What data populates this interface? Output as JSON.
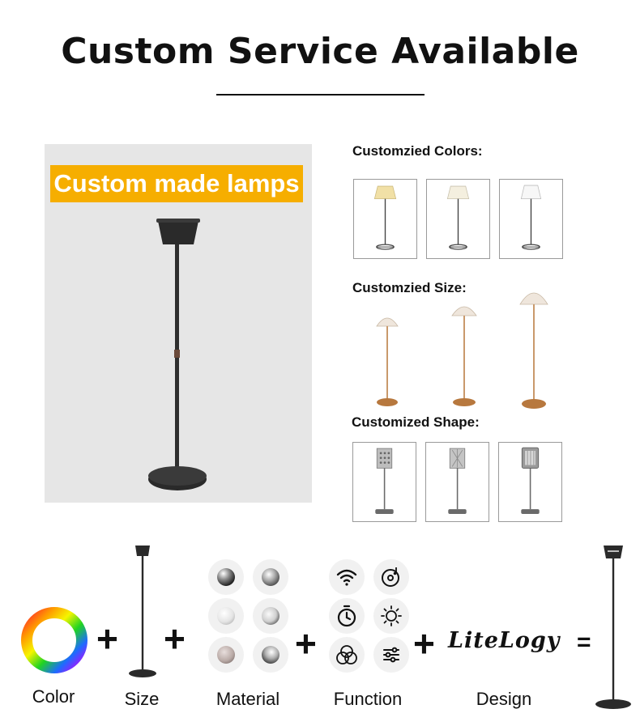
{
  "header": {
    "title": "Custom Service Available"
  },
  "hero": {
    "banner": "Custom made lamps"
  },
  "sections": {
    "colors": {
      "label": "Customzied Colors:"
    },
    "size": {
      "label": "Customzied Size:"
    },
    "shape": {
      "label": "Customized Shape:"
    }
  },
  "bottom": {
    "labels": {
      "color": "Color",
      "size": "Size",
      "material": "Material",
      "function": "Function",
      "design": "Design"
    },
    "plus": "+",
    "equals": "=",
    "brand": "LiteLogy"
  }
}
